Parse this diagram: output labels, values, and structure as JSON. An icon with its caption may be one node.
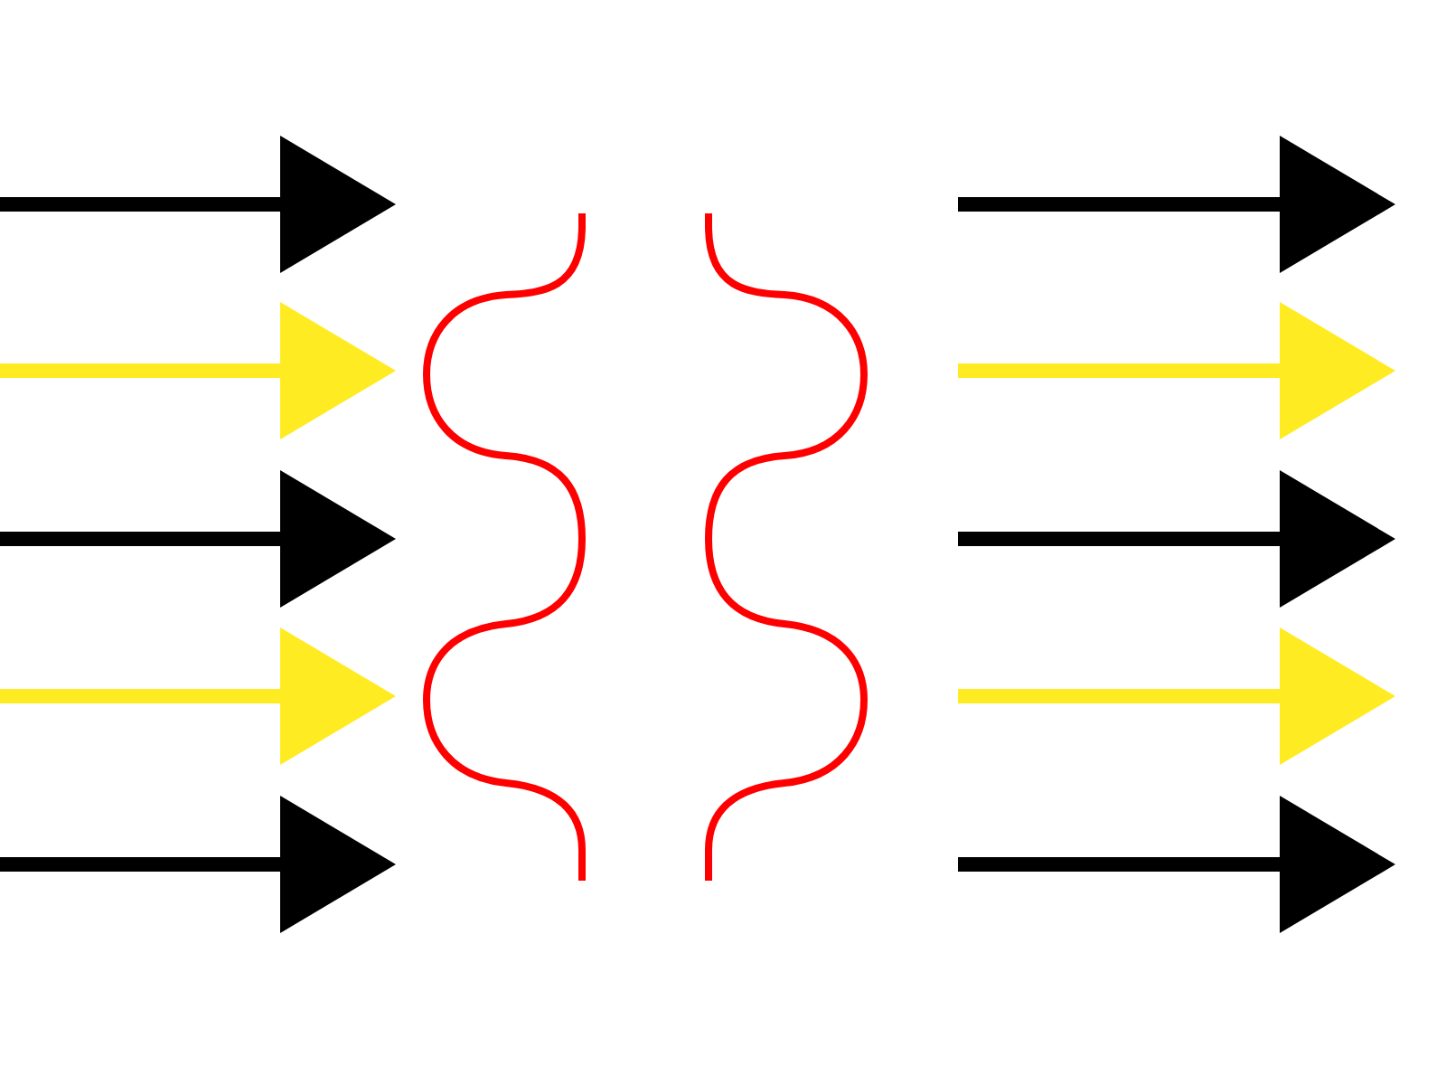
{
  "diagram": {
    "nodes": [
      {
        "text": [],
        "shape": "wave"
      },
      {
        "text": [],
        "shape": "wave"
      }
    ],
    "edges": [
      {
        "from": null,
        "to": 0,
        "arrow": "to"
      },
      {
        "from": null,
        "to": 0,
        "arrow": "to",
        "color": "#ffeb22"
      },
      {
        "from": null,
        "to": 0,
        "arrow": "to"
      },
      {
        "from": null,
        "to": 0,
        "arrow": "to",
        "color": "#ffeb22"
      },
      {
        "from": null,
        "to": 0,
        "arrow": "to"
      },
      {
        "from": 1,
        "to": null,
        "arrow": "to"
      },
      {
        "from": 1,
        "to": null,
        "arrow": "to",
        "color": "#ffeb22"
      },
      {
        "from": 1,
        "to": null,
        "arrow": "to"
      },
      {
        "from": 1,
        "to": null,
        "arrow": "to",
        "color": "#ffeb22"
      },
      {
        "from": 1,
        "to": null,
        "arrow": "to"
      }
    ]
  }
}
